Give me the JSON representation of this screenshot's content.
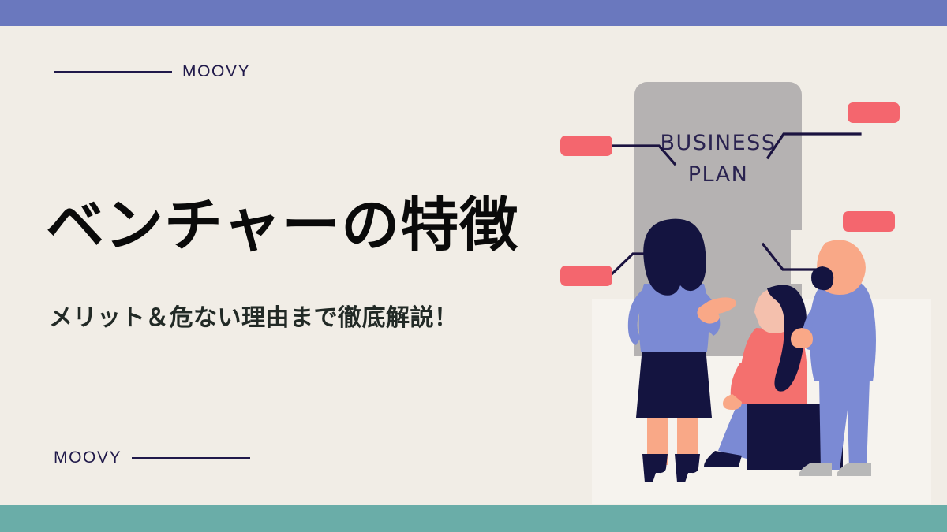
{
  "palette": {
    "band_top": "#6a78be",
    "band_bottom": "#6aada8",
    "background": "#f1ede6",
    "ink": "#20194a",
    "headline": "#0a0a0a",
    "subheadline": "#222a26",
    "tag_red": "#f4666e",
    "poster_gray": "#b5b2b2",
    "suit_blue": "#7b8ad4",
    "navy": "#141440",
    "coral": "#f4706e",
    "skin": "#f9a887"
  },
  "brand": {
    "top_label": "MOOVY",
    "bottom_label": "MOOVY"
  },
  "headline": {
    "title": "ベンチャーの特徴",
    "subtitle": "メリット＆危ない理由まで徹底解説！"
  },
  "illustration": {
    "poster_text_line1": "BUSINESS",
    "poster_text_line2": "PLAN",
    "callout_tags": [
      {
        "id": "tag-top-left",
        "label": ""
      },
      {
        "id": "tag-top-right",
        "label": ""
      },
      {
        "id": "tag-bottom-left",
        "label": ""
      },
      {
        "id": "tag-bottom-right",
        "label": ""
      }
    ],
    "figures": [
      {
        "id": "standing-woman-presenter"
      },
      {
        "id": "seated-woman"
      },
      {
        "id": "standing-man"
      }
    ]
  }
}
